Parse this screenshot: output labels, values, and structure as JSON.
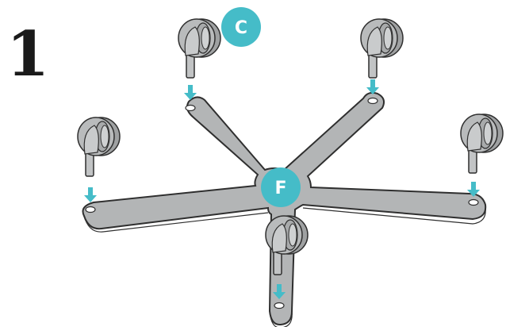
{
  "step": {
    "number": "1"
  },
  "badges": {
    "caster": {
      "label": "C",
      "color": "#45bcc8"
    },
    "base": {
      "label": "F",
      "color": "#45bcc8"
    }
  },
  "colors": {
    "base_fill": "#b3b5b6",
    "base_stroke": "#2f2f2f",
    "caster_fill": "#b8babb",
    "arrow": "#45bcc8"
  },
  "icons": {
    "caster": "caster-wheel-icon",
    "arrow": "arrow-down-icon",
    "base": "star-base-icon"
  }
}
